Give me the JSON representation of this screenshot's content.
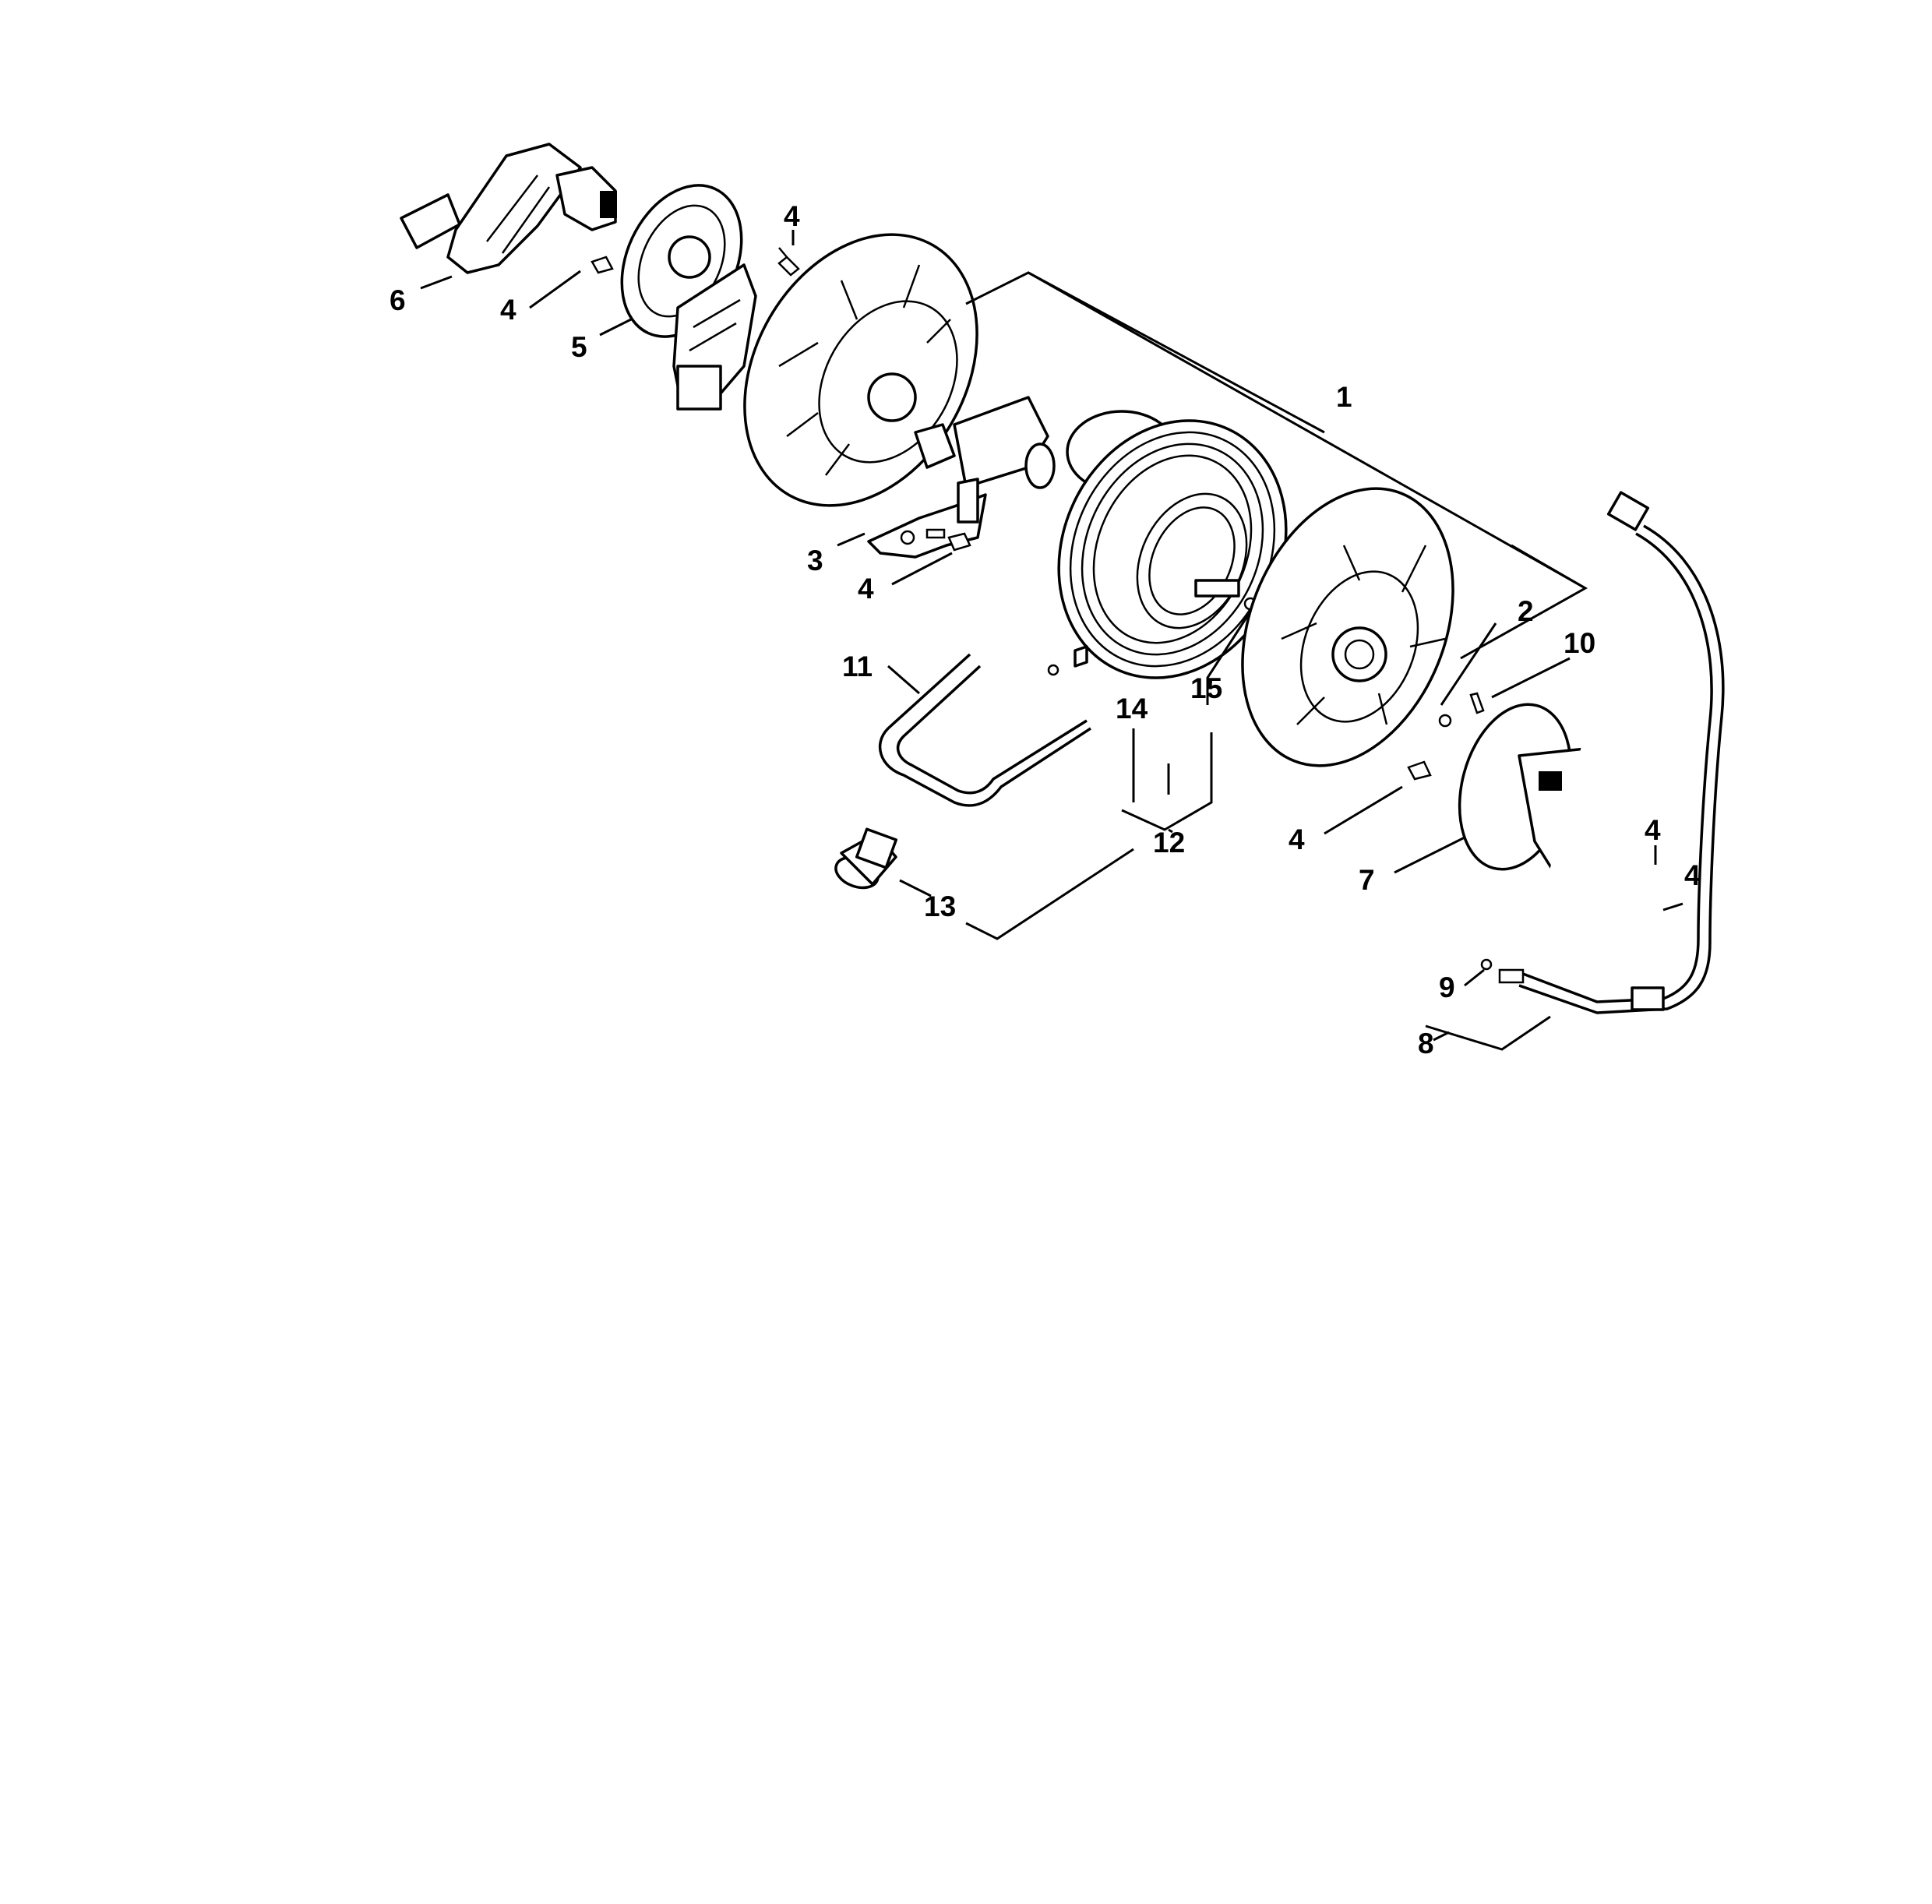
{
  "callouts": {
    "c1": "1",
    "c2": "2",
    "c3": "3",
    "c4a": "4",
    "c4b": "4",
    "c4c": "4",
    "c4d": "4",
    "c4e": "4",
    "c4f": "4",
    "c5": "5",
    "c6": "6",
    "c7": "7",
    "c8": "8",
    "c9": "9",
    "c10": "10",
    "c11": "11",
    "c12": "12",
    "c13": "13",
    "c14": "14",
    "c15": "15"
  }
}
